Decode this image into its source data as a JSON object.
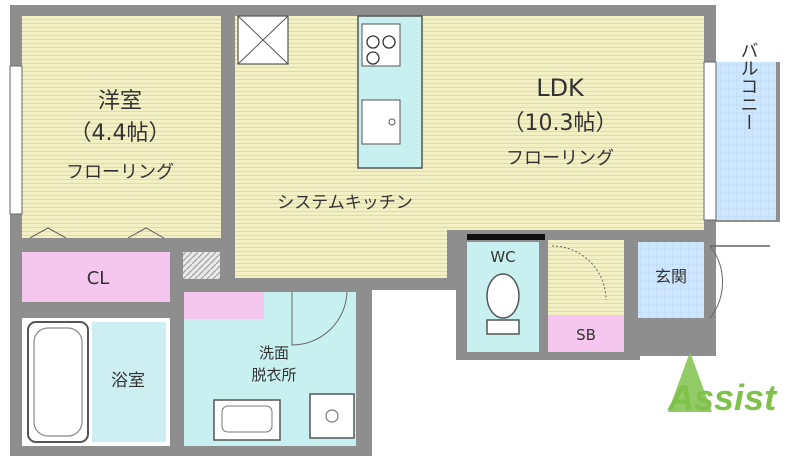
{
  "rooms": {
    "western": {
      "name": "洋室",
      "size": "（4.4帖）",
      "floor": "フローリング"
    },
    "ldk": {
      "name": "LDK",
      "size": "（10.3帖）",
      "floor": "フローリング"
    },
    "kitchen": "システムキッチン",
    "closet": "CL",
    "bath": "浴室",
    "washroom_line1": "洗面",
    "washroom_line2": "脱衣所",
    "wc": "WC",
    "entrance": "玄関",
    "shoe_box": "SB",
    "balcony": "バルコニー"
  },
  "logo": {
    "text": "Assist"
  },
  "colors": {
    "wall": "#8e8e8e",
    "floor_wood": "#f2f0c2",
    "wet_area": "#c9f0f0",
    "storage": "#f5c6ee",
    "entrance_tile": "#cce6ff",
    "logo_green": "#7fc24a",
    "logo_red": "#e2483b"
  }
}
